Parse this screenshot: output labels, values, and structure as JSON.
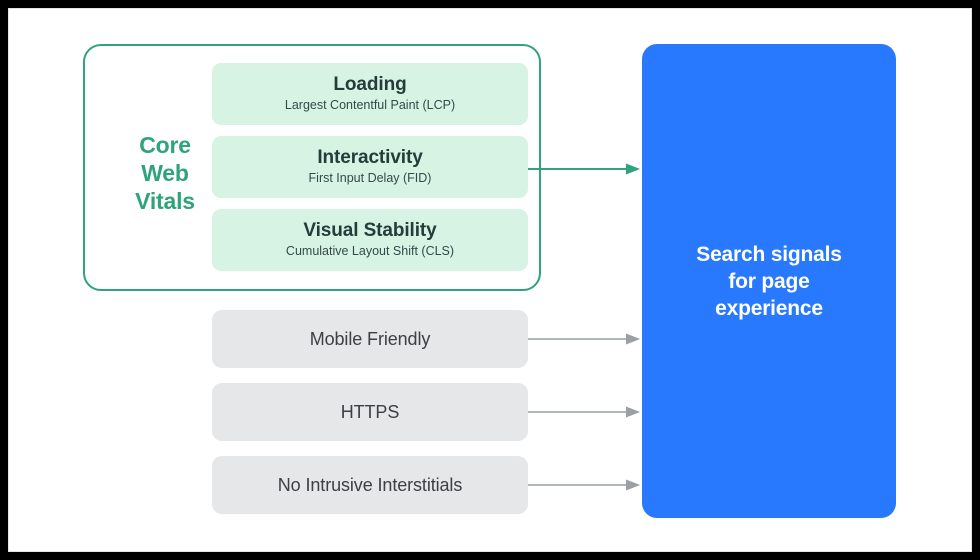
{
  "diagram": {
    "title": "Search signals for page experience",
    "colors": {
      "green": "#2fa37a",
      "mint": "#d7f3e4",
      "grey": "#e6e7e9",
      "blue": "#2979ff",
      "arrow_grey": "#9aa0a6",
      "text_dark": "#253c3a",
      "text_grey": "#3c4043",
      "canvas": "#ffffff",
      "frame": "#000000"
    },
    "core_web_vitals": {
      "label": "Core\nWeb\nVitals",
      "label_lines": [
        "Core",
        "Web",
        "Vitals"
      ],
      "metrics": [
        {
          "title": "Loading",
          "subtitle": "Largest Contentful Paint (LCP)"
        },
        {
          "title": "Interactivity",
          "subtitle": "First Input Delay (FID)"
        },
        {
          "title": "Visual Stability",
          "subtitle": "Cumulative Layout Shift (CLS)"
        }
      ]
    },
    "other_signals": [
      {
        "label": "Mobile Friendly"
      },
      {
        "label": "HTTPS"
      },
      {
        "label": "No Intrusive Interstitials"
      }
    ],
    "outcome": {
      "lines": [
        "Search signals",
        "for page",
        "experience"
      ],
      "text": "Search signals for page experience"
    },
    "arrows": [
      {
        "name": "core-web-vitals-arrow",
        "color": "#2fa37a"
      },
      {
        "name": "mobile-friendly-arrow",
        "color": "#9aa0a6"
      },
      {
        "name": "https-arrow",
        "color": "#9aa0a6"
      },
      {
        "name": "no-intrusive-interstitials-arrow",
        "color": "#9aa0a6"
      }
    ]
  }
}
